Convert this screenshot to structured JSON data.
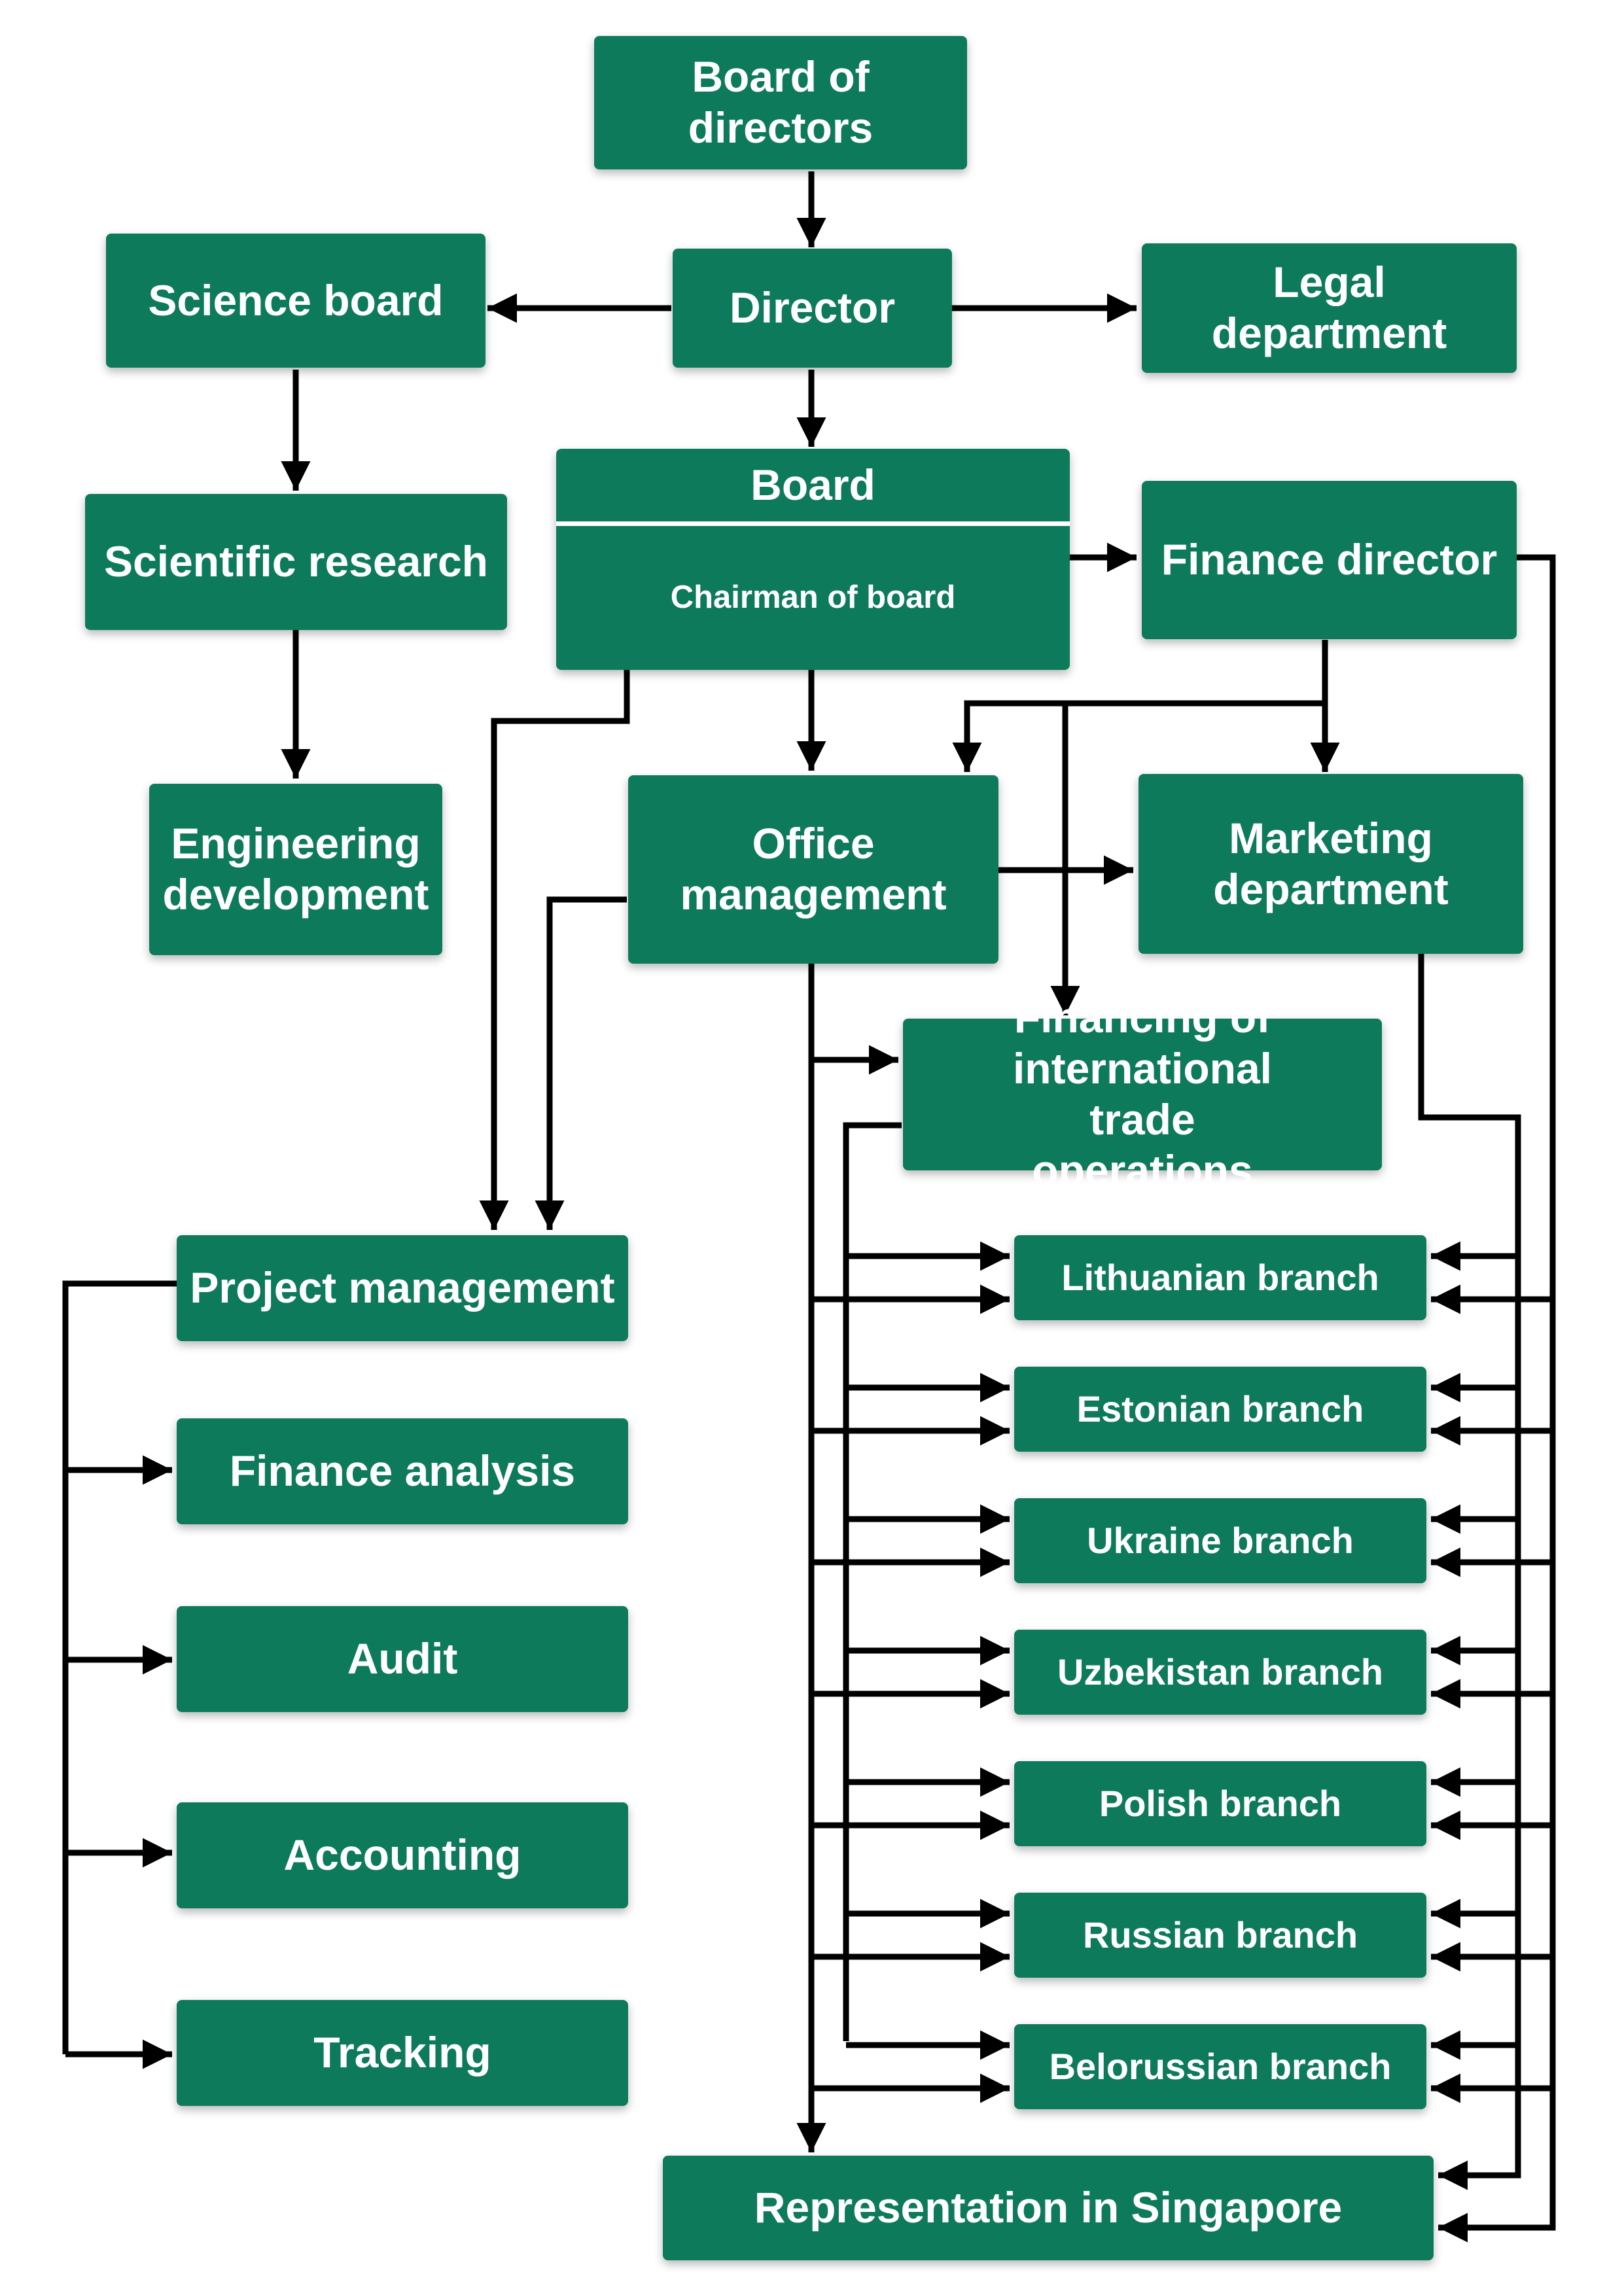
{
  "nodes": {
    "board_of_directors": "Board of directors",
    "director": "Director",
    "science_board": "Science board",
    "legal_department": "Legal department",
    "scientific_research": "Scientific research",
    "board_title": "Board",
    "chairman_of_board": "Chairman of board",
    "finance_director": "Finance director",
    "engineering_development": "Engineering development",
    "office_management": "Office management",
    "marketing_department": "Marketing department",
    "financing_international": "Financing of international trade operations",
    "project_management": "Project management",
    "finance_analysis": "Finance analysis",
    "audit": "Audit",
    "accounting": "Accounting",
    "tracking": "Tracking",
    "representation_singapore": "Representation in Singapore"
  },
  "branches": [
    "Lithuanian branch",
    "Estonian branch",
    "Ukraine branch",
    "Uzbekistan branch",
    "Polish branch",
    "Russian branch",
    "Belorussian branch"
  ],
  "colors": {
    "box_fill": "#0e7a5c",
    "box_text": "#ffffff",
    "connector": "#000000"
  }
}
